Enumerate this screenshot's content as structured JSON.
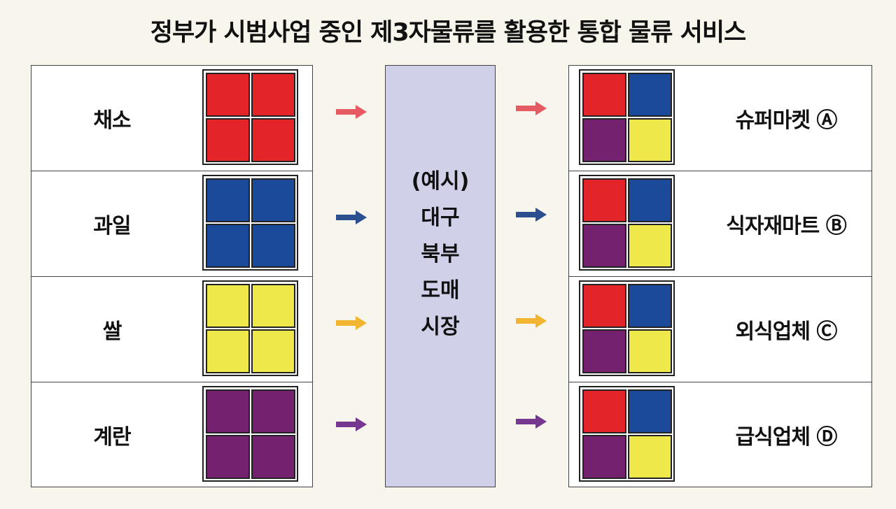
{
  "title": "정부가 시범사업 중인 제3자물류를 활용한 통합 물류 서비스",
  "colors": {
    "red": "#e32428",
    "blue": "#1c4a9b",
    "yellow": "#efe84a",
    "purple": "#74226f",
    "arrow_red": "#e65a62",
    "arrow_blue": "#2c4f90",
    "arrow_yellow": "#f1b531",
    "arrow_purple": "#75378f",
    "center_bg": "#d0d1e8"
  },
  "left": {
    "items": [
      {
        "label": "채소",
        "color": "red"
      },
      {
        "label": "과일",
        "color": "blue"
      },
      {
        "label": "쌀",
        "color": "yellow"
      },
      {
        "label": "계란",
        "color": "purple"
      }
    ]
  },
  "center": {
    "lines": [
      "(예시)",
      "대구",
      "북부",
      "도매",
      "시장"
    ]
  },
  "right": {
    "items": [
      {
        "label": "슈퍼마켓 Ⓐ"
      },
      {
        "label": "식자재마트 Ⓑ"
      },
      {
        "label": "외식업체 Ⓒ"
      },
      {
        "label": "급식업체 Ⓓ"
      }
    ],
    "mixed_grid": [
      "red",
      "blue",
      "purple",
      "yellow"
    ]
  },
  "arrows": [
    "arrow_red",
    "arrow_blue",
    "arrow_yellow",
    "arrow_purple"
  ]
}
